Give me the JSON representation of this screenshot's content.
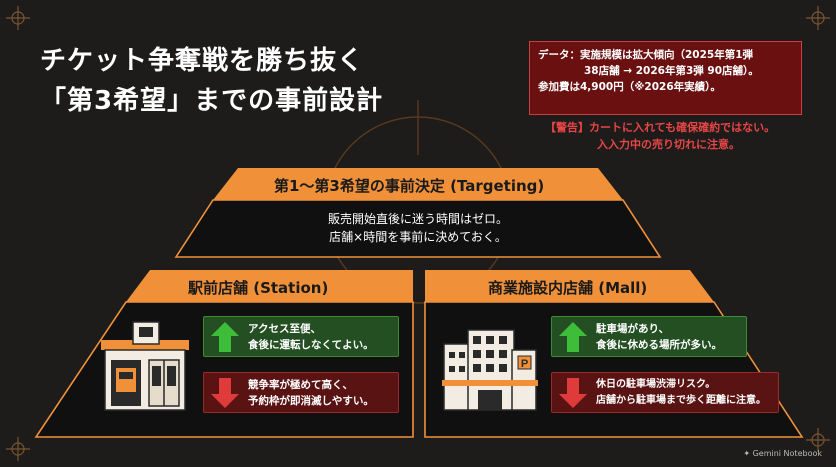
{
  "title": {
    "line1": "チケット争奪戦を勝ち抜く",
    "line2": "「第3希望」までの事前設計"
  },
  "data_box": {
    "line1": "データ：実施規模は拡大傾向（2025年第1弾",
    "line2": "38店舗 → 2026年第3弾 90店舗）。",
    "line3": "参加費は4,900円（※2026年実績）。"
  },
  "warning": {
    "line1": "【警告】カートに入れても確保確約ではない。",
    "line2": "入入力中の売り切れに注意。"
  },
  "targeting": {
    "title": "第1〜第3希望の事前決定 (Targeting)",
    "line1": "販売開始直後に迷う時間はゼロ。",
    "line2": "店舗×時間を事前に決めておく。"
  },
  "station": {
    "title": "駅前店舗 (Station)",
    "pro_line1": "アクセス至便、",
    "pro_line2": "食後に運転しなくてよい。",
    "con_line1": "競争率が極めて高く、",
    "con_line2": "予約枠が即消滅しやすい。"
  },
  "mall": {
    "title": "商業施設内店舗 (Mall)",
    "pro_line1": "駐車場があり、",
    "pro_line2": "食後に休める場所が多い。",
    "con_line1": "休日の駐車場渋滞リスク。",
    "con_line2": "店舗から駐車場まで歩く距離に注意。"
  },
  "footer": {
    "brand": "Gemini Notebook"
  },
  "colors": {
    "background": "#1d1c1b",
    "accent_orange": "#f0913a",
    "green_card": "#234f22",
    "red_card": "#5a1313",
    "warning_text": "#e84545"
  }
}
